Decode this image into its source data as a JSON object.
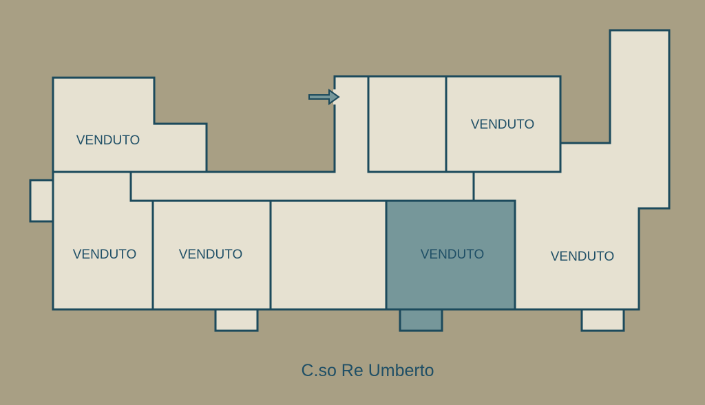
{
  "colors": {
    "background": "#a89f84",
    "unit_fill": "#e6e1d1",
    "wall": "#1c4a5c",
    "highlight": "#76979a",
    "text": "#1f4f66"
  },
  "units": [
    {
      "id": "top-left",
      "label": "VENDUTO"
    },
    {
      "id": "top-right",
      "label": "VENDUTO"
    },
    {
      "id": "left",
      "label": "VENDUTO"
    },
    {
      "id": "bottom-2",
      "label": "VENDUTO"
    },
    {
      "id": "bottom-highlighted",
      "label": "VENDUTO"
    },
    {
      "id": "right",
      "label": "VENDUTO"
    }
  ],
  "street": "C.so Re Umberto",
  "entrance_icon": "arrow-right-icon"
}
